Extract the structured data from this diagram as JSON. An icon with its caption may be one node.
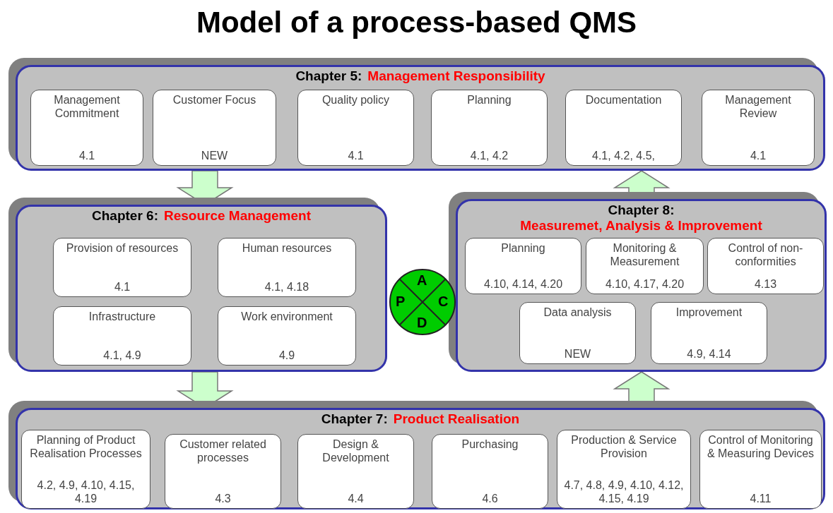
{
  "diagram": {
    "title": "Model of a process-based QMS",
    "nodes": [
      {
        "text": [
          "Chapter 5:",
          "Management Responsibility"
        ]
      },
      {
        "text": [
          "Management Commitment",
          "4.1"
        ],
        "in": 0
      },
      {
        "text": [
          "Customer Focus",
          "NEW"
        ],
        "in": 0
      },
      {
        "text": [
          "Quality policy",
          "4.1"
        ],
        "in": 0
      },
      {
        "text": [
          "Planning",
          "4.1, 4.2"
        ],
        "in": 0
      },
      {
        "text": [
          "Documentation",
          "4.1, 4.2, 4.5,"
        ],
        "in": 0
      },
      {
        "text": [
          "Management Review",
          "4.1"
        ],
        "in": 0
      },
      {
        "text": [
          "Chapter 6:",
          "Resource Management"
        ]
      },
      {
        "text": [
          "Provision of resources",
          "4.1"
        ],
        "in": 7
      },
      {
        "text": [
          "Human resources",
          "4.1, 4.18"
        ],
        "in": 7
      },
      {
        "text": [
          "Infrastructure",
          "4.1, 4.9"
        ],
        "in": 7
      },
      {
        "text": [
          "Work environment",
          "4.9"
        ],
        "in": 7
      },
      {
        "text": [
          "Chapter 8:",
          "Measuremet, Analysis & Improvement"
        ]
      },
      {
        "text": [
          "Planning",
          "4.10, 4.14, 4.20"
        ],
        "in": 12
      },
      {
        "text": [
          "Monitoring & Measurement",
          "4.10, 4.17, 4.20"
        ],
        "in": 12
      },
      {
        "text": [
          "Control of non-conformities",
          "4.13"
        ],
        "in": 12
      },
      {
        "text": [
          "Data analysis",
          "NEW"
        ],
        "in": 12
      },
      {
        "text": [
          "Improvement",
          "4.9, 4.14"
        ],
        "in": 12
      },
      {
        "text": [
          "A",
          "P",
          "C",
          "D"
        ]
      },
      {
        "text": [
          "Chapter 7:",
          "Product Realisation"
        ]
      },
      {
        "text": [
          "Planning of Product Realisation Processes",
          "4.2, 4.9, 4.10, 4.15, 4.19"
        ],
        "in": 19
      },
      {
        "text": [
          "Customer related processes",
          "4.3"
        ],
        "in": 19
      },
      {
        "text": [
          "Design & Development",
          "4.4"
        ],
        "in": 19
      },
      {
        "text": [
          "Purchasing",
          "4.6"
        ],
        "in": 19
      },
      {
        "text": [
          "Production & Service Provision",
          "4.7, 4.8, 4.9, 4.10, 4.12, 4.15, 4.19"
        ],
        "in": 19
      },
      {
        "text": [
          "Control of Monitoring & Measuring Devices",
          "4.11"
        ],
        "in": 19
      }
    ],
    "edges": [
      {
        "from": 0,
        "to": 7,
        "arrow": "to"
      },
      {
        "from": 7,
        "to": 19,
        "arrow": "to"
      },
      {
        "from": 19,
        "to": 12,
        "arrow": "to"
      },
      {
        "from": 12,
        "to": 0,
        "arrow": "to"
      }
    ]
  }
}
